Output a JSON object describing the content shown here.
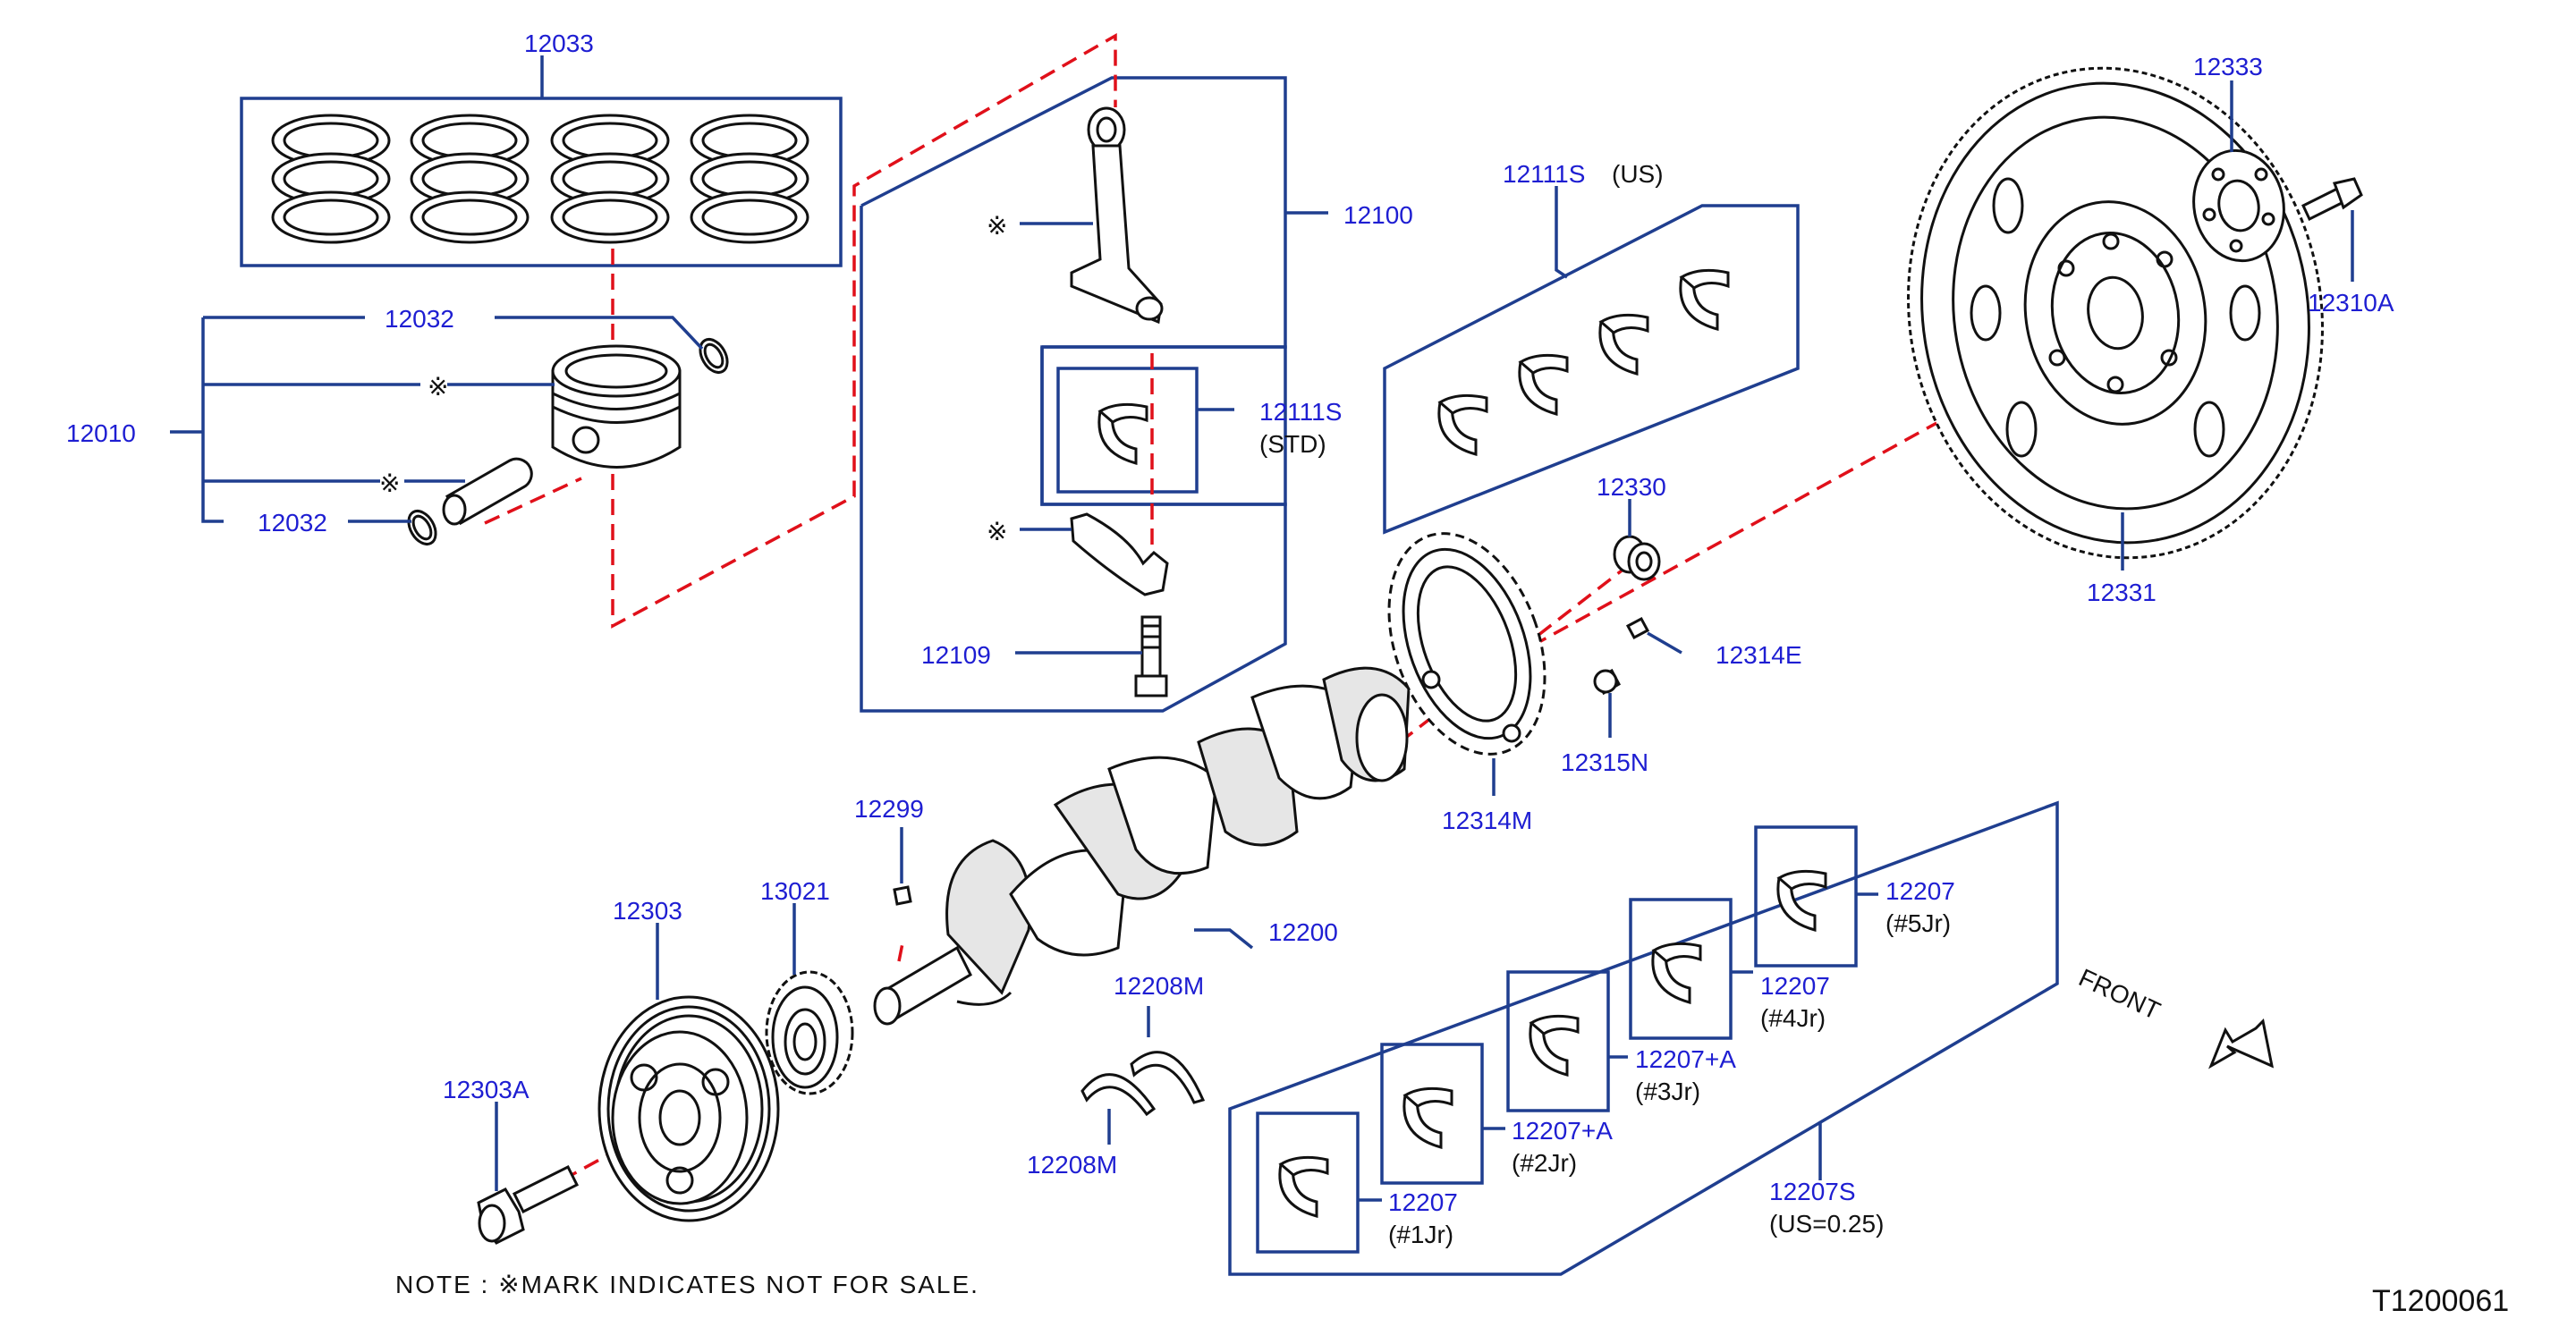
{
  "labels": {
    "p12033": "12033",
    "p12032a": "12032",
    "p12010": "12010",
    "p12032b": "12032",
    "p12100": "12100",
    "p12111s_std": "12111S",
    "std": "(STD)",
    "p12109": "12109",
    "p12111s_us": "12111S",
    "us": "(US)",
    "p12330": "12330",
    "p12314e": "12314E",
    "p12315n": "12315N",
    "p12314m": "12314M",
    "p12333": "12333",
    "p12310a": "12310A",
    "p12331": "12331",
    "p12299": "12299",
    "p13021": "13021",
    "p12200": "12200",
    "p12303": "12303",
    "p12303a": "12303A",
    "p12208m_a": "12208M",
    "p12208m_b": "12208M",
    "p12207_5": "12207",
    "jr5": "(#5Jr)",
    "p12207_4": "12207",
    "jr4": "(#4Jr)",
    "p12207a_3": "12207+A",
    "jr3": "(#3Jr)",
    "p12207a_2": "12207+A",
    "jr2": "(#2Jr)",
    "p12207_1": "12207",
    "jr1": "(#1Jr)",
    "p12207s": "12207S",
    "us025": "(US=0.25)",
    "front": "FRONT"
  },
  "marks": {
    "piston": "※",
    "pin": "※",
    "rod": "※",
    "cap": "※"
  },
  "note": "NOTE : ※MARK   INDICATES   NOT   FOR   SALE.",
  "diagram_code": "T1200061",
  "colors": {
    "label": "#1e1ed2",
    "box": "#1f3e8f",
    "centerline": "#e0101a"
  }
}
